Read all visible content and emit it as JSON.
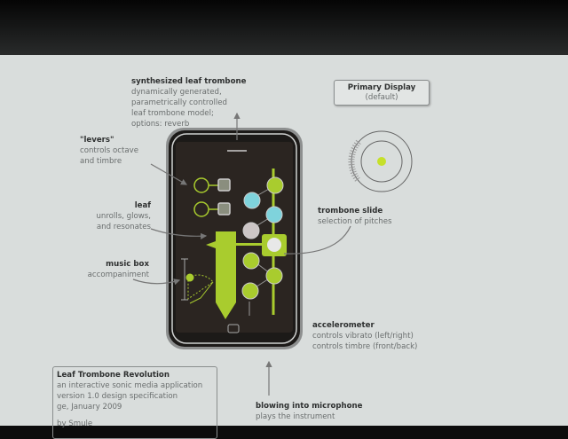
{
  "synth": {
    "title": "synthesized leaf trombone",
    "lines": [
      "dynamically generated,",
      "parametrically controlled",
      "leaf trombone model;",
      "options: reverb"
    ]
  },
  "levers": {
    "title": "\"levers\"",
    "lines": [
      "controls octave",
      "and timbre"
    ]
  },
  "leaf": {
    "title": "leaf",
    "lines": [
      "unrolls, glows,",
      "and resonates"
    ]
  },
  "musicbox": {
    "title": "music box",
    "lines": [
      "accompaniment"
    ]
  },
  "slide": {
    "title": "trombone slide",
    "lines": [
      "selection of pitches"
    ]
  },
  "accel": {
    "title": "accelerometer",
    "lines": [
      "controls vibrato (left/right)",
      "controls timbre (front/back)"
    ]
  },
  "mic": {
    "title": "blowing into microphone",
    "lines": [
      "plays the instrument"
    ]
  },
  "primary": {
    "title": "Primary Display",
    "sub": "(default)"
  },
  "info": {
    "title": "Leaf Trombone Revolution",
    "lines": [
      "an interactive sonic media application",
      "version 1.0 design specification",
      "ge, January 2009"
    ],
    "by": "by Smule"
  },
  "colors": {
    "slide_bg": "#d9dddc",
    "phone": "#2b2521",
    "green": "#a9cc2e",
    "cyan": "#7fd3dc"
  }
}
